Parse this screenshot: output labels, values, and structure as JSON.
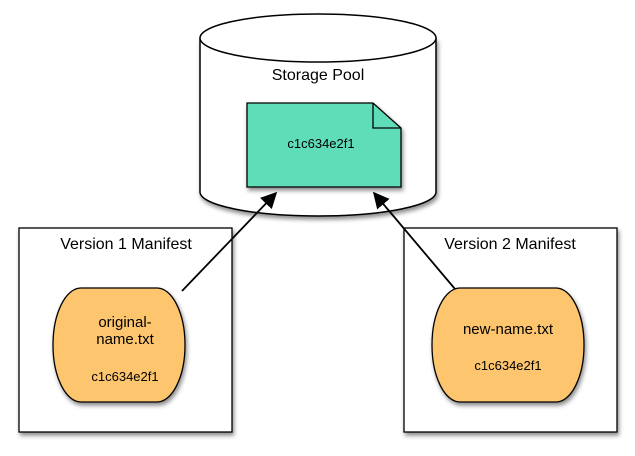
{
  "storage_pool": {
    "title": "Storage Pool",
    "file_hash": "c1c634e2f1"
  },
  "manifests": [
    {
      "title": "Version 1 Manifest",
      "entry_name_line1": "original-",
      "entry_name_line2": "name.txt",
      "entry_hash": "c1c634e2f1"
    },
    {
      "title": "Version 2 Manifest",
      "entry_name": "new-name.txt",
      "entry_hash": "c1c634e2f1"
    }
  ],
  "colors": {
    "file": "#5fdcb8",
    "entry": "#fcc56e",
    "stroke": "#000000"
  }
}
